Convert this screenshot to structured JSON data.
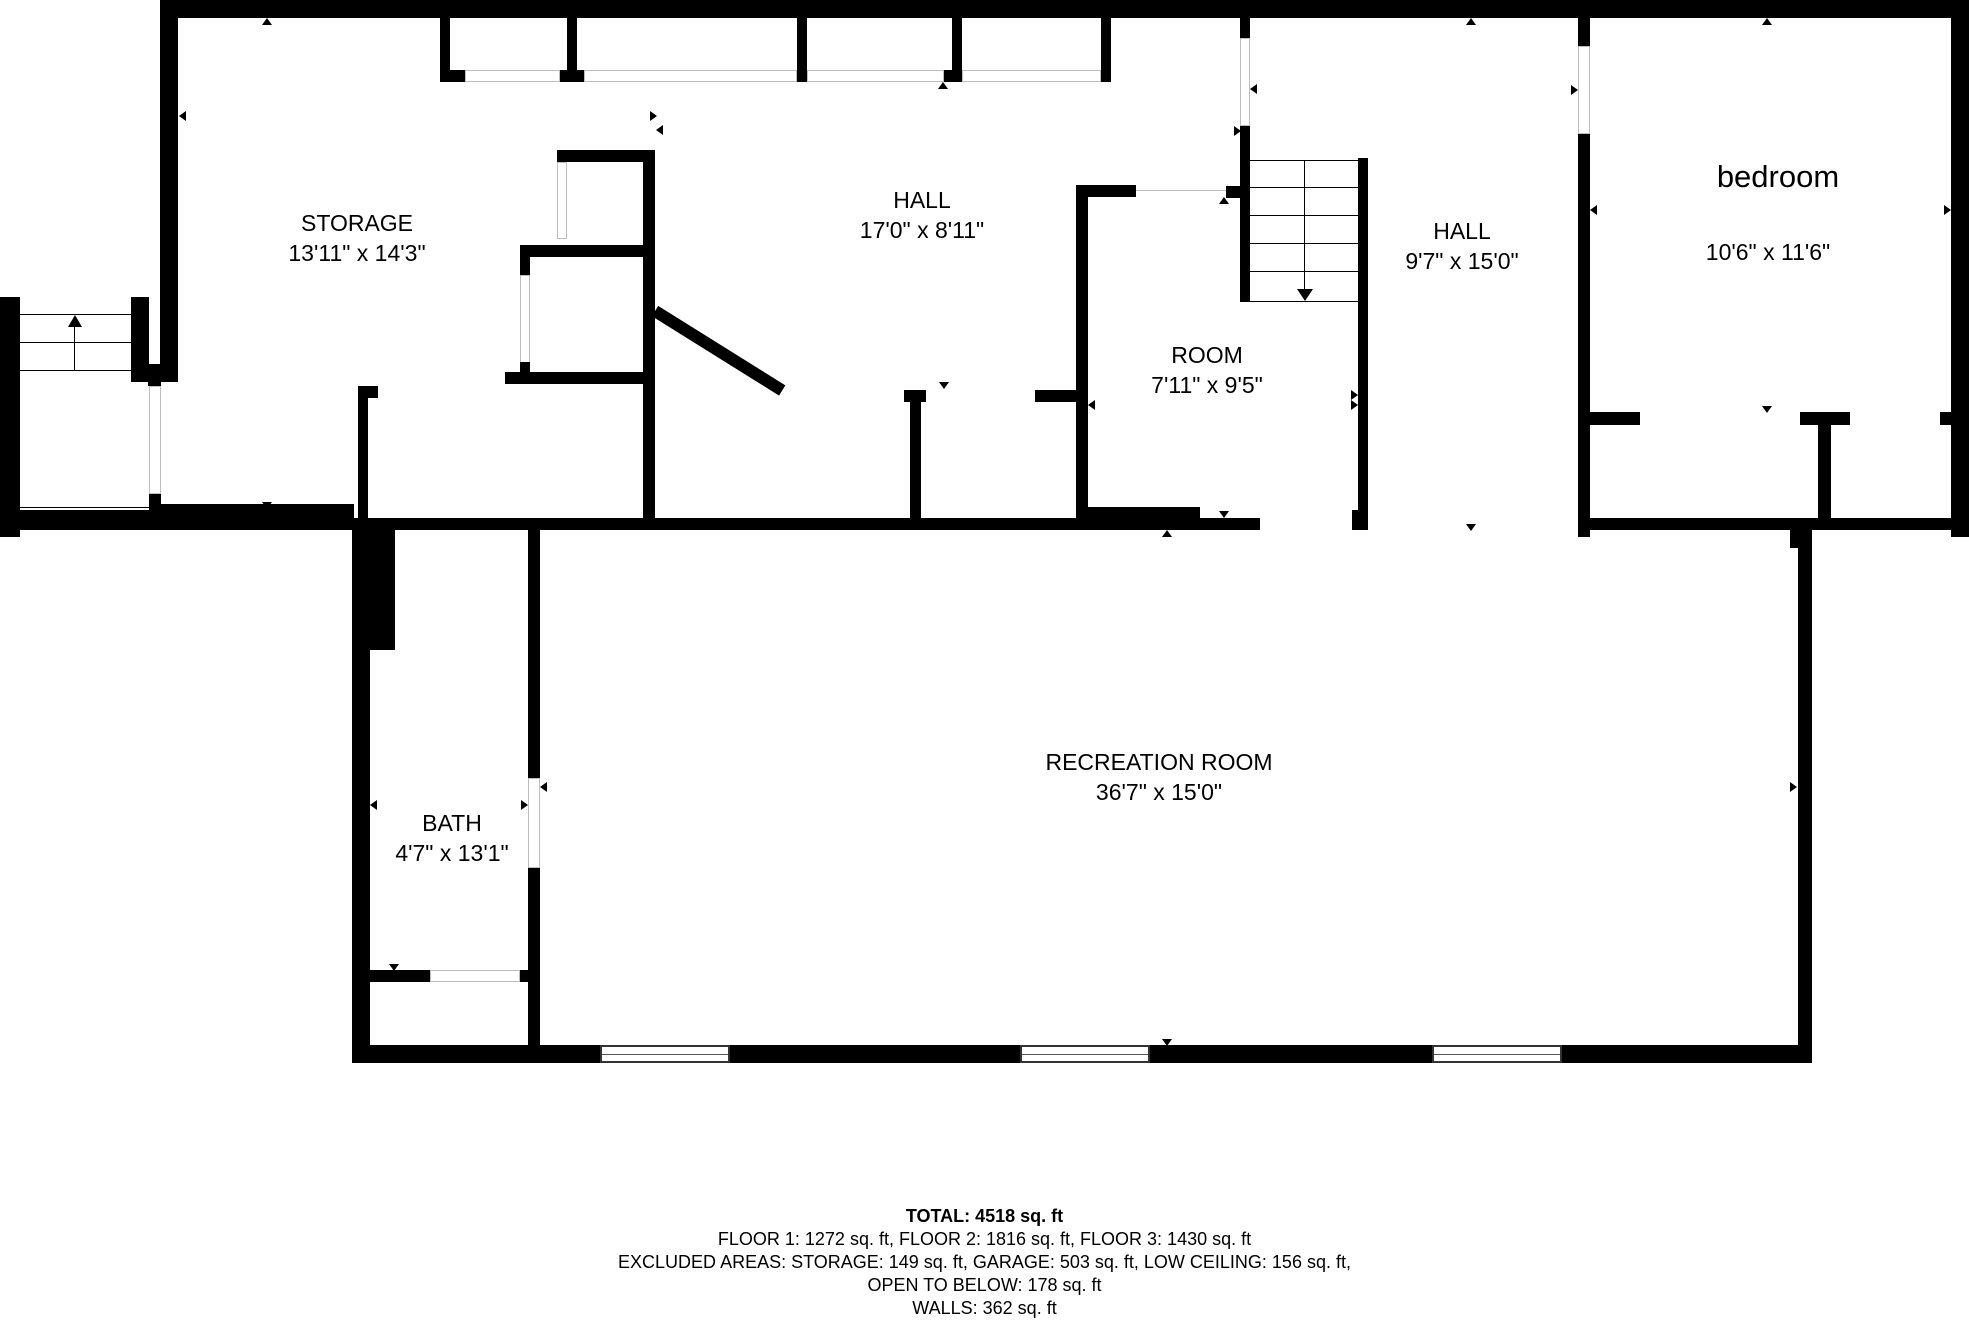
{
  "plan": {
    "rooms": [
      {
        "name": "STORAGE",
        "dims": "13'11\" x 14'3\""
      },
      {
        "name": "HALL",
        "dims": "17'0\" x 8'11\""
      },
      {
        "name": "HALL",
        "dims": "9'7\" x 15'0\""
      },
      {
        "name": "bedroom",
        "dims": "10'6\" x 11'6\""
      },
      {
        "name": "ROOM",
        "dims": "7'11\" x 9'5\""
      },
      {
        "name": "RECREATION ROOM",
        "dims": "36'7\" x 15'0\""
      },
      {
        "name": "BATH",
        "dims": "4'7\" x 13'1\""
      }
    ],
    "stairs": [
      {
        "label": "stairs-left",
        "direction": "up"
      },
      {
        "label": "stairs-center",
        "direction": "down"
      }
    ]
  },
  "summary": {
    "total": "TOTAL: 4518 sq. ft",
    "floors": "FLOOR 1: 1272 sq. ft, FLOOR 2: 1816 sq. ft, FLOOR 3: 1430 sq. ft",
    "excluded": "EXCLUDED AREAS: STORAGE: 149 sq. ft, GARAGE: 503 sq. ft, LOW CEILING: 156 sq. ft,",
    "open_to_below": "OPEN TO BELOW: 178 sq. ft",
    "walls": "WALLS: 362 sq. ft"
  },
  "colors": {
    "wall": "#000000",
    "background": "#ffffff",
    "window_frame": "#bdbdbd"
  }
}
